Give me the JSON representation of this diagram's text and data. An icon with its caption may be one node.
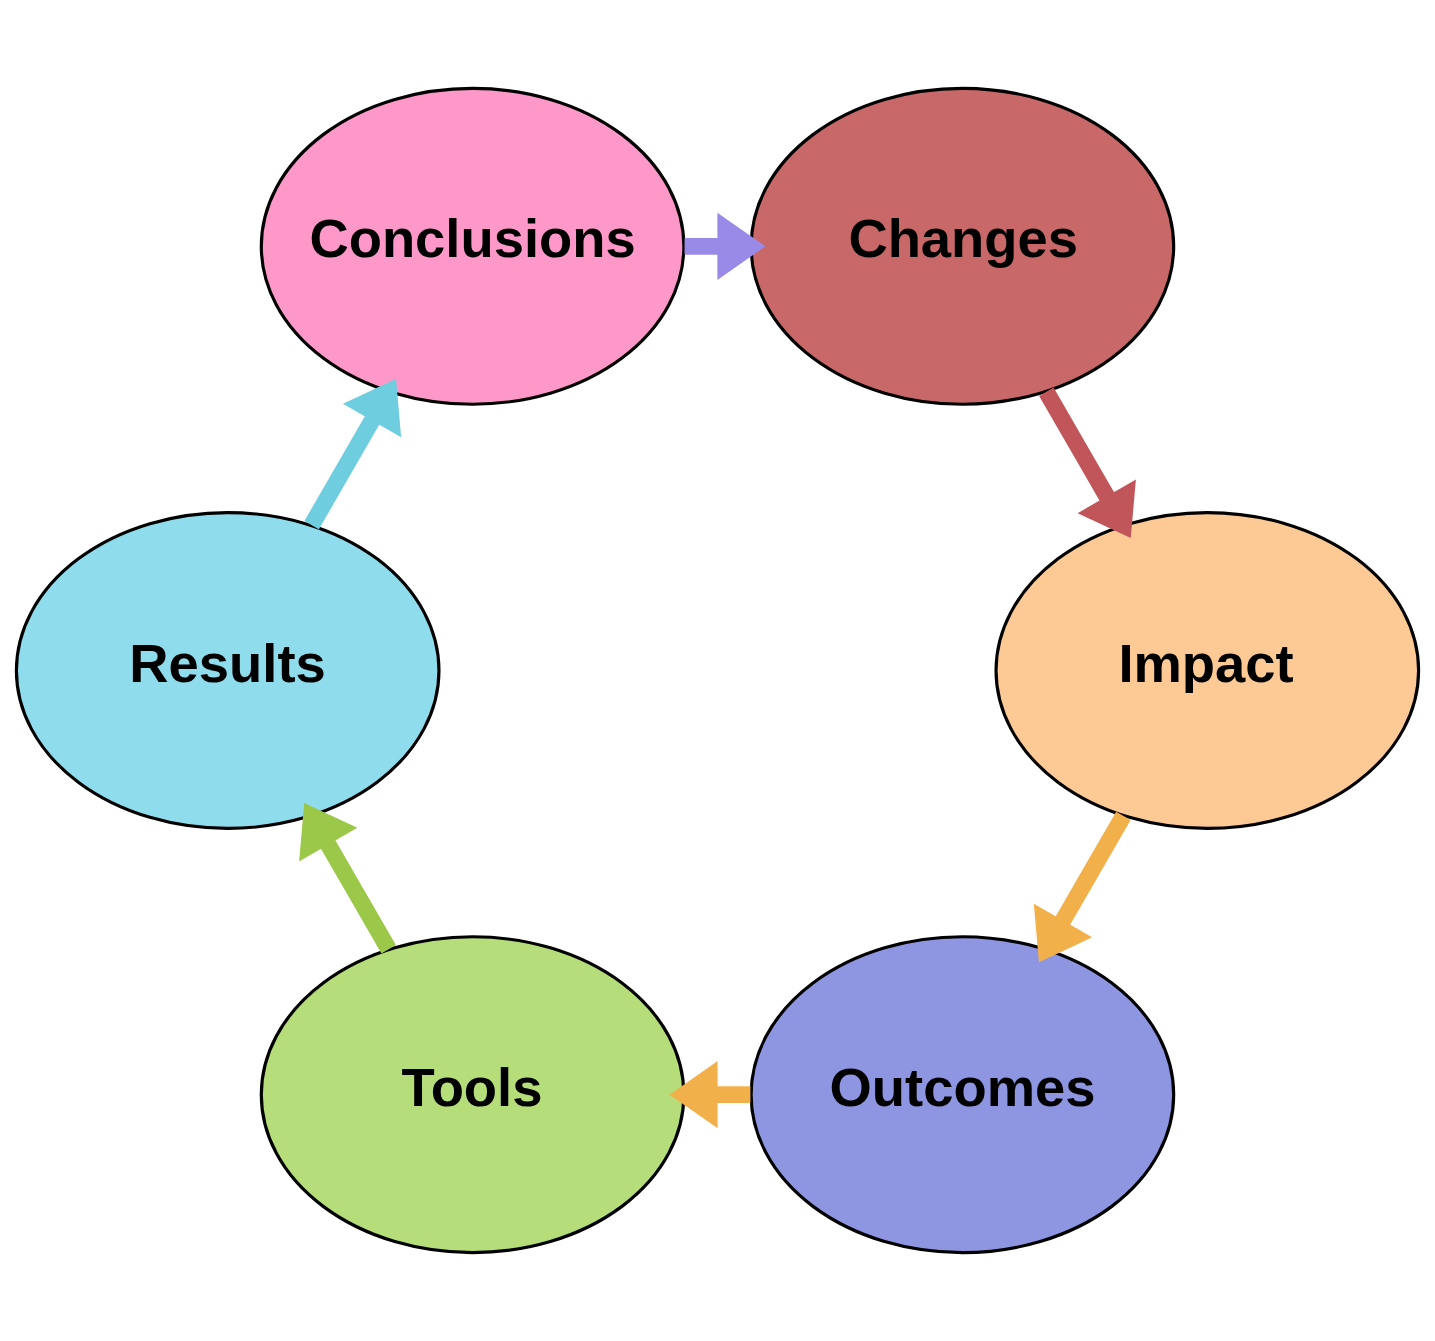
{
  "diagram": {
    "nodes": [
      {
        "text": [
          "Outcomes"
        ]
      },
      {
        "text": [
          "Tools"
        ]
      },
      {
        "text": [
          "Results"
        ]
      },
      {
        "text": [
          "Conclusions"
        ]
      },
      {
        "text": [
          "Changes"
        ]
      },
      {
        "text": [
          "Impact"
        ]
      }
    ],
    "edges": [
      {
        "from": 5,
        "to": 0,
        "arrow": "to"
      },
      {
        "from": 0,
        "to": 1,
        "arrow": "to"
      },
      {
        "from": 1,
        "to": 2,
        "arrow": "to",
        "color": "#9cc84a"
      },
      {
        "from": 2,
        "to": 3,
        "arrow": "to",
        "color": "#6fcde0"
      },
      {
        "from": 3,
        "to": 4,
        "arrow": "to",
        "color": "#9a8ae8"
      },
      {
        "from": 4,
        "to": 5,
        "arrow": "to",
        "color": "#c0555a"
      }
    ]
  }
}
